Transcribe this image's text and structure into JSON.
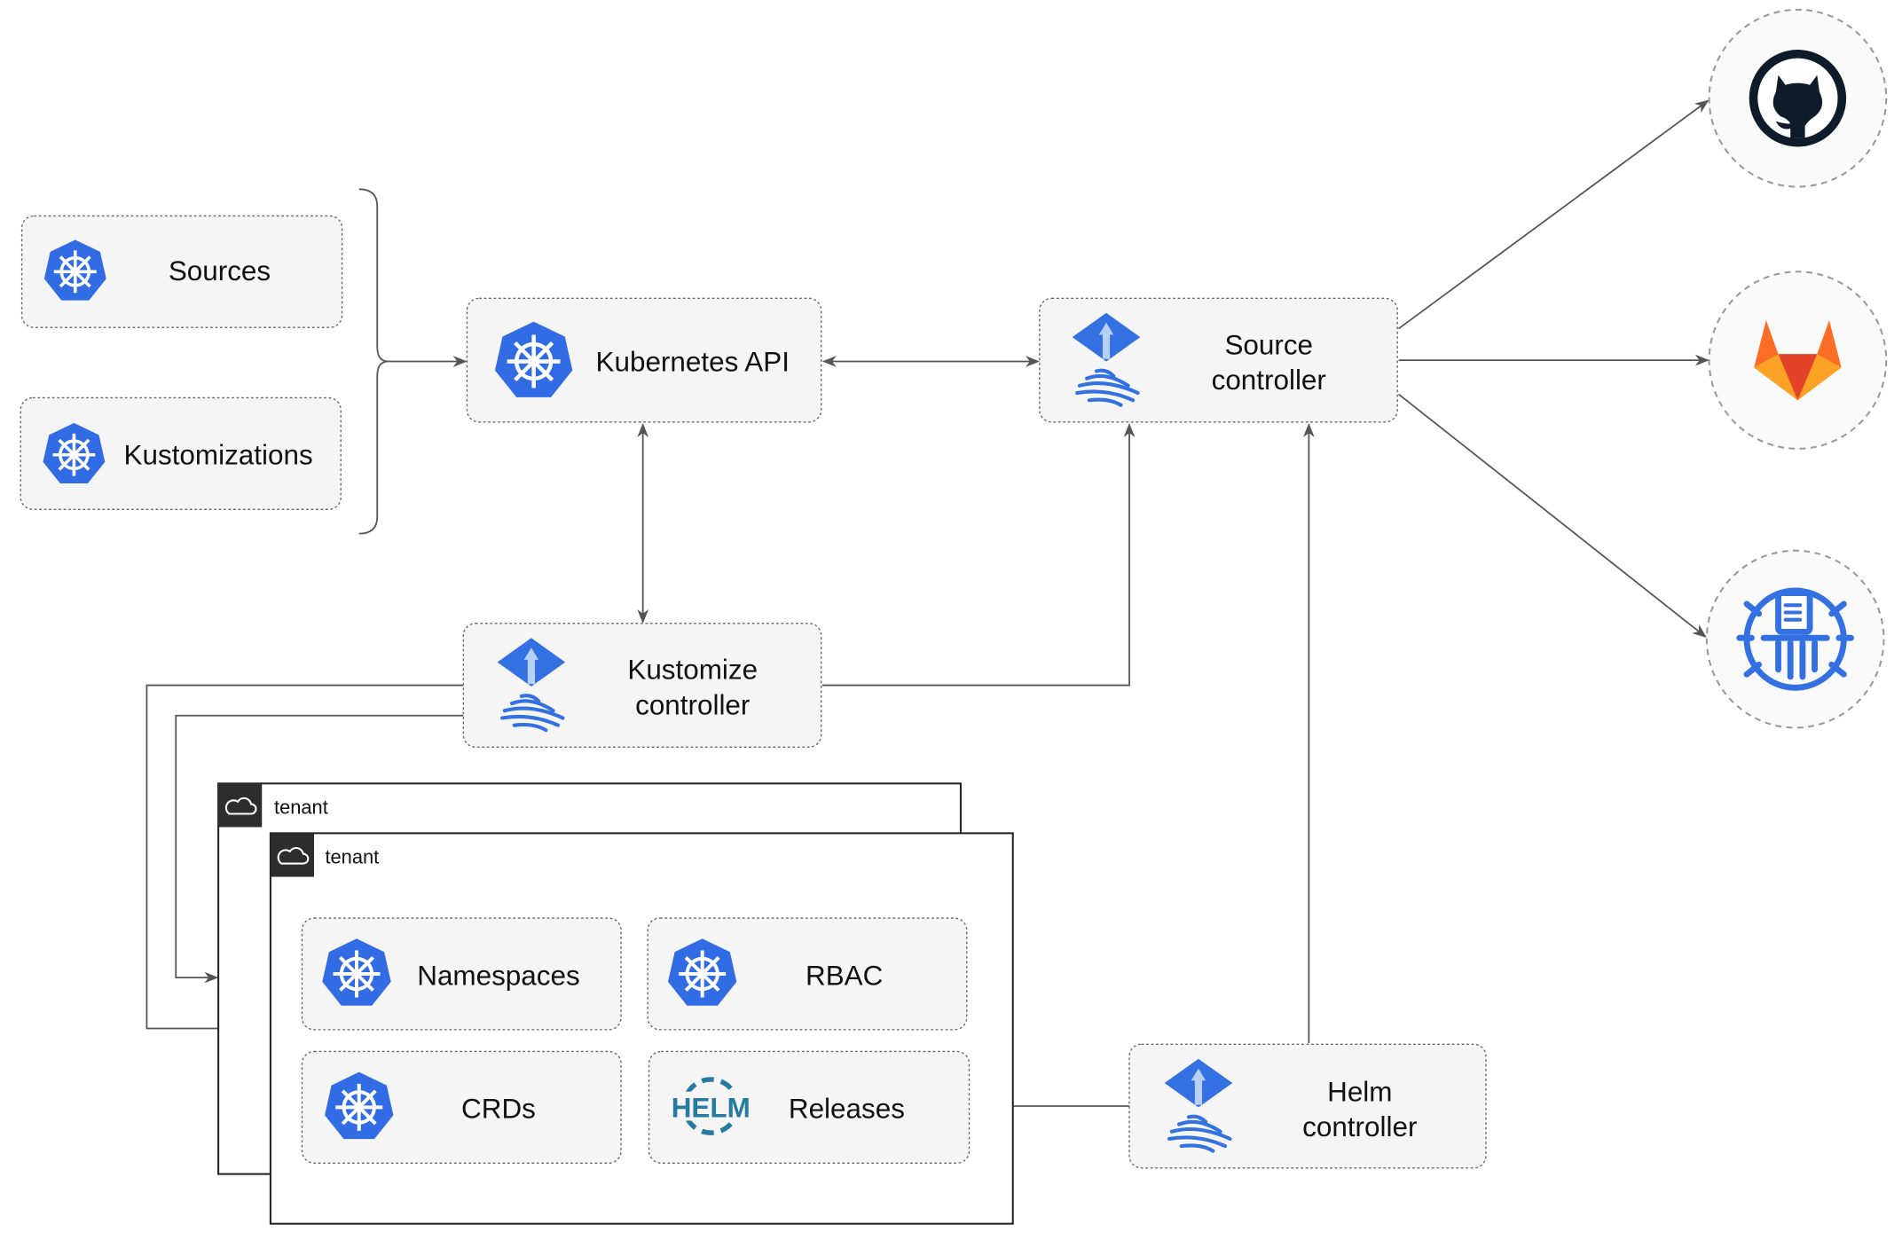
{
  "nodes": {
    "sources": "Sources",
    "kustomizations": "Kustomizations",
    "kubernetes_api": "Kubernetes API",
    "source_controller": [
      "Source",
      "controller"
    ],
    "kustomize_controller": [
      "Kustomize",
      "controller"
    ],
    "helm_controller": [
      "Helm",
      "controller"
    ],
    "namespaces": "Namespaces",
    "rbac": "RBAC",
    "crds": "CRDs",
    "releases": "Releases"
  },
  "tenants": [
    "tenant",
    "tenant"
  ],
  "helm_logo_text": "HELM",
  "external": [
    "github-icon",
    "gitlab-icon",
    "bucket-icon"
  ],
  "colors": {
    "k8s_blue": "#326ce5",
    "flux_blue": "#3371e3",
    "helm_blue": "#277a9f",
    "gitlab_orange": "#e24329",
    "github_dark": "#0d1b2a"
  }
}
